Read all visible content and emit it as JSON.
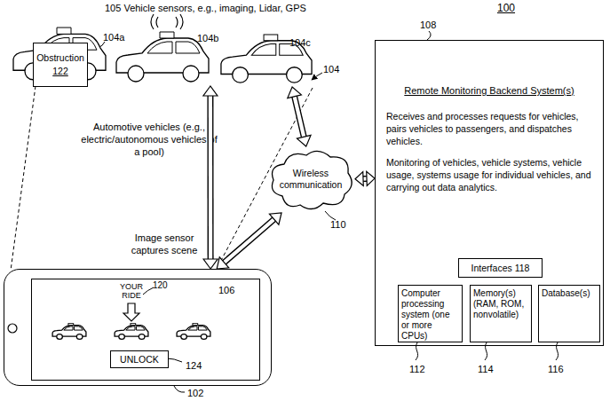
{
  "diagram": {
    "nodes": [
      {
        "text": [
          "104a"
        ]
      },
      {
        "text": [
          "Obstruction",
          "122"
        ],
        "in": 0
      },
      {
        "text": [
          "104b"
        ]
      },
      {
        "text": [
          "104c"
        ]
      },
      {
        "text": [
          "108",
          "Remote Monitoring Backend System(s)",
          "Receives and processes requests for vehicles, pairs vehicles to passengers, and dispatches vehicles.",
          "Monitoring of vehicles, vehicle systems, vehicle usage, systems usage for individual vehicles, and carrying out data analytics."
        ]
      },
      {
        "text": [
          "Interfaces 118"
        ],
        "in": 4
      },
      {
        "text": [
          "Computer processing system (one or more CPUs)",
          "112"
        ],
        "in": 4
      },
      {
        "text": [
          "Memory(s) (RAM, ROM, nonvolatile)",
          "114"
        ],
        "in": 4
      },
      {
        "text": [
          "Database(s)",
          "116"
        ],
        "in": 4
      },
      {
        "text": [
          "Wireless communication",
          "110"
        ]
      },
      {
        "text": [
          "102"
        ]
      },
      {
        "text": [
          "106"
        ],
        "in": 10
      },
      {
        "text": [
          "UNLOCK",
          "124"
        ],
        "in": 11
      }
    ],
    "edges": [
      {
        "from": 2,
        "to": 10,
        "arrow": "both"
      },
      {
        "from": 3,
        "to": 9,
        "arrow": "both"
      },
      {
        "from": 10,
        "to": 9,
        "arrow": "both"
      },
      {
        "from": 9,
        "to": 4,
        "arrow": "both"
      }
    ],
    "labels": [
      "100",
      "105 Vehicle sensors, e.g., imaging, Lidar, GPS",
      "104",
      "Automotive vehicles (e.g., electric/autonomous vehicles of a pool)",
      "Image sensor captures scene",
      "YOUR RIDE",
      "120"
    ]
  }
}
